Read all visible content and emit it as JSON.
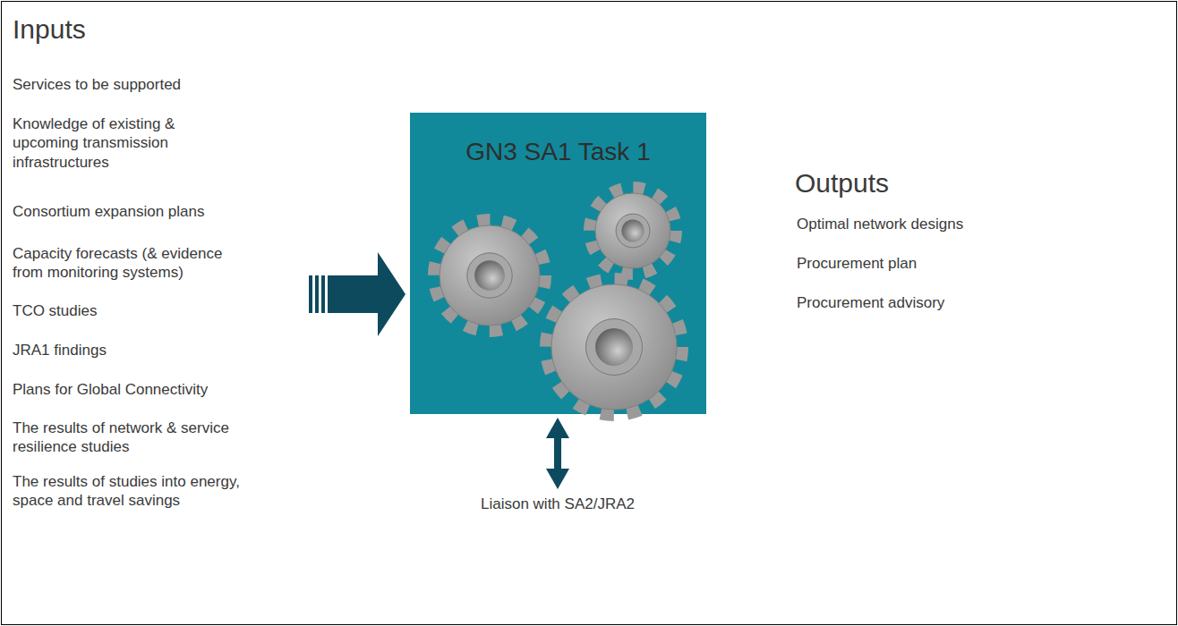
{
  "diagram": {
    "nodes": [
      {
        "text": [
          "GN3 SA1 Task 1"
        ]
      }
    ],
    "labels": [
      "Inputs",
      "Services to be supported",
      "Knowledge of existing & upcoming transmission infrastructures",
      "Consortium expansion plans",
      "Capacity forecasts (& evidence from monitoring systems)",
      "TCO studies",
      "JRA1 findings",
      "Plans for Global Connectivity",
      "The results of network & service resilience studies",
      "The results of studies into energy, space and travel savings",
      "Outputs",
      "Optimal network designs",
      "Procurement plan",
      "Procurement advisory",
      "Liaison with SA2/JRA2"
    ]
  }
}
